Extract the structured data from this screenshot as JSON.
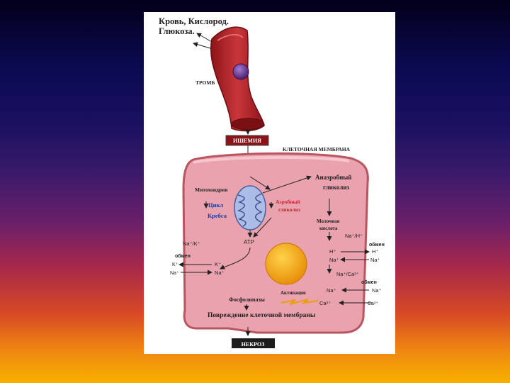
{
  "diagram": {
    "header_line1": "Кровь, Кислород.",
    "header_line2": "Глюкоза.",
    "thrombus": "ТРОМБ",
    "ischemia": "ИШЕМИЯ",
    "membrane": "КЛЕТОЧНАЯ МЕМБРАНА",
    "mitochondria": "Митохондрия",
    "krebs_line1": "Цикл",
    "krebs_line2": "Кребса",
    "aerobic_line1": "Аэробный",
    "aerobic_line2": "гликолиз",
    "anaerobic_line1": "Анаэробный",
    "anaerobic_line2": "гликолиз",
    "lactic_line1": "Молочная",
    "lactic_line2": "кислота",
    "atp": "ATP",
    "na_k": "Na⁺/K⁺",
    "exchange": "обмен",
    "k_out": "K⁺",
    "na_out": "Na⁺",
    "k_in": "K⁺",
    "na_in": "Na⁺",
    "na_h": "Na⁺/H⁺",
    "h_in": "H⁺",
    "na_in2": "Na⁺",
    "h_out": "H⁺",
    "na_out2": "Na⁺",
    "na_ca": "Na⁺/Ca²⁺",
    "na_in3": "Na⁺",
    "na_out3": "Na⁺",
    "ca_in": "Ca²⁺",
    "ca_out": "Ca²⁺",
    "activation": "Активация",
    "phospholipases": "Фосфолипазы",
    "damage": "Повреждение клеточной мембраны",
    "necrosis": "НЕКРОЗ"
  },
  "colors": {
    "vessel": "#b3262b",
    "cell": "#e9a2ae",
    "cell_border": "#b8555f",
    "nucleus": "#f3a51a",
    "thrombus": "#6a3a90",
    "mitochondria": "#7f9ad0"
  }
}
